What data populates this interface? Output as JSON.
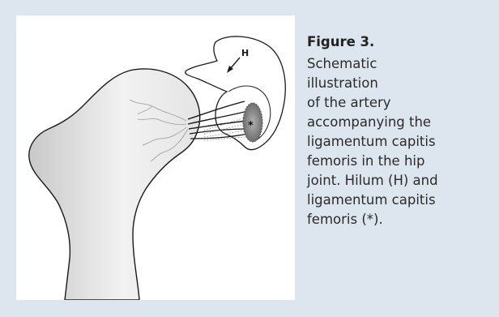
{
  "figure": {
    "marker_hilum": "H",
    "marker_ligament": "*"
  },
  "caption": {
    "title": "Figure 3.",
    "lines": [
      "Schematic",
      "illustration",
      "of the artery",
      "accompanying the",
      "ligamentum capitis",
      "femoris in the hip",
      "joint. Hilum (H) and",
      "ligamentum capitis",
      "femoris (*)."
    ]
  },
  "colors": {
    "background": "#dde6ef",
    "panel": "#ffffff",
    "outline": "#1a1a1a",
    "bone_shade": "#e6e6e6",
    "ligament_fill": "#8a8a8a"
  }
}
